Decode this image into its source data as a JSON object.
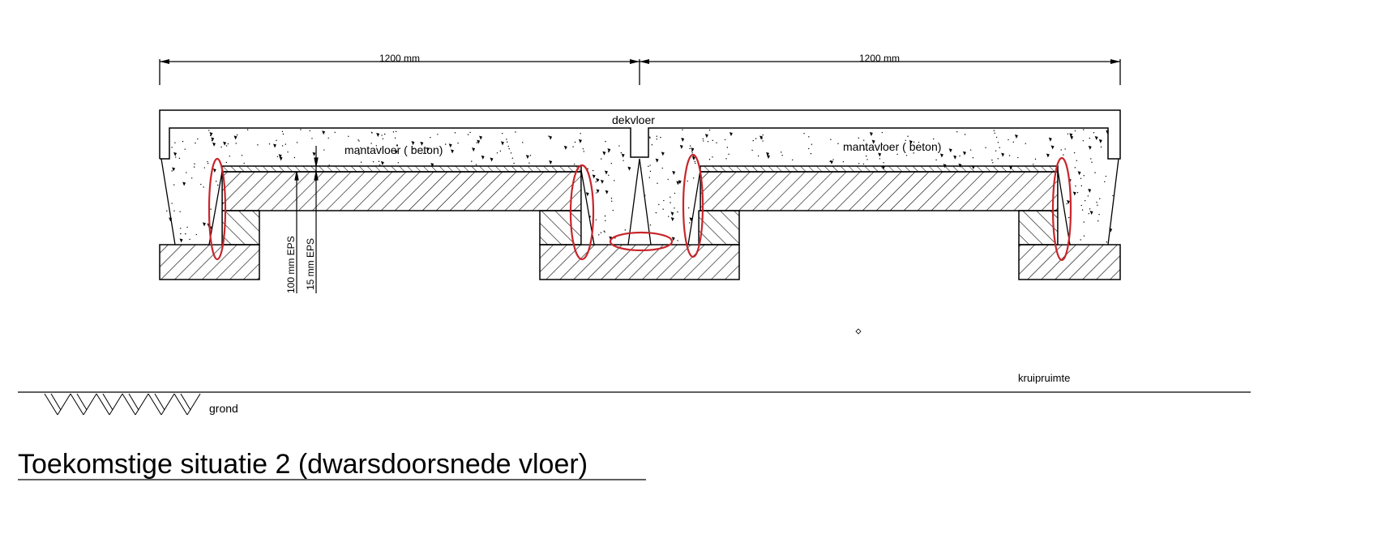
{
  "dimensions": {
    "left": "1200 mm",
    "right": "1200 mm"
  },
  "labels": {
    "dekvloer": "dekvloer",
    "mantavloer_left": "mantavloer ( beton)",
    "mantavloer_right": "mantavloer ( beton)",
    "eps_100": "100 mm EPS",
    "eps_15": "15 mm EPS",
    "kruipruimte": "kruipruimte",
    "grond": "grond"
  },
  "title": "Toekomstige situatie 2 (dwarsdoorsnede vloer)",
  "colors": {
    "line": "#000000",
    "highlight": "#c8262b"
  }
}
